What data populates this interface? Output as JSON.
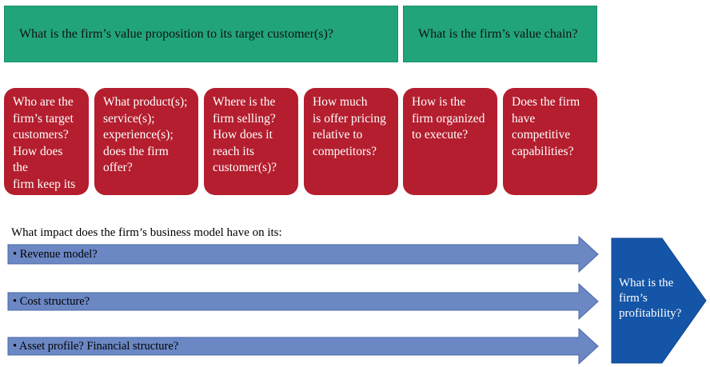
{
  "header": {
    "value_proposition": "What is the firm’s value proposition to its target customer(s)?",
    "value_chain": "What is the firm’s value chain?"
  },
  "questions": [
    "Who are the\nfirm’s target\ncustomers?\nHow does the\nfirm keep its\ncustomers?",
    "What product(s);\nservice(s);\nexperience(s);\ndoes the firm\noffer?",
    "Where is the\nfirm selling?\nHow does it\nreach its\ncustomer(s)?",
    "How much\nis offer pricing\nrelative to\ncompetitors?",
    "How is the\nfirm organized\nto execute?",
    "Does the firm\nhave\ncompetitive\ncapabilities?"
  ],
  "impact": {
    "intro": "What impact does the firm’s business model have on its:",
    "items": [
      "• Revenue model?",
      "• Cost structure?",
      "• Asset profile? Financial structure?"
    ]
  },
  "outcome": {
    "label": "What is the\nfirm’s\nprofitability?"
  },
  "colors": {
    "header_green": "#21a47c",
    "card_red": "#b41e2e",
    "arrow_blue": "#6b87c4",
    "outcome_navy": "#1555a8"
  }
}
